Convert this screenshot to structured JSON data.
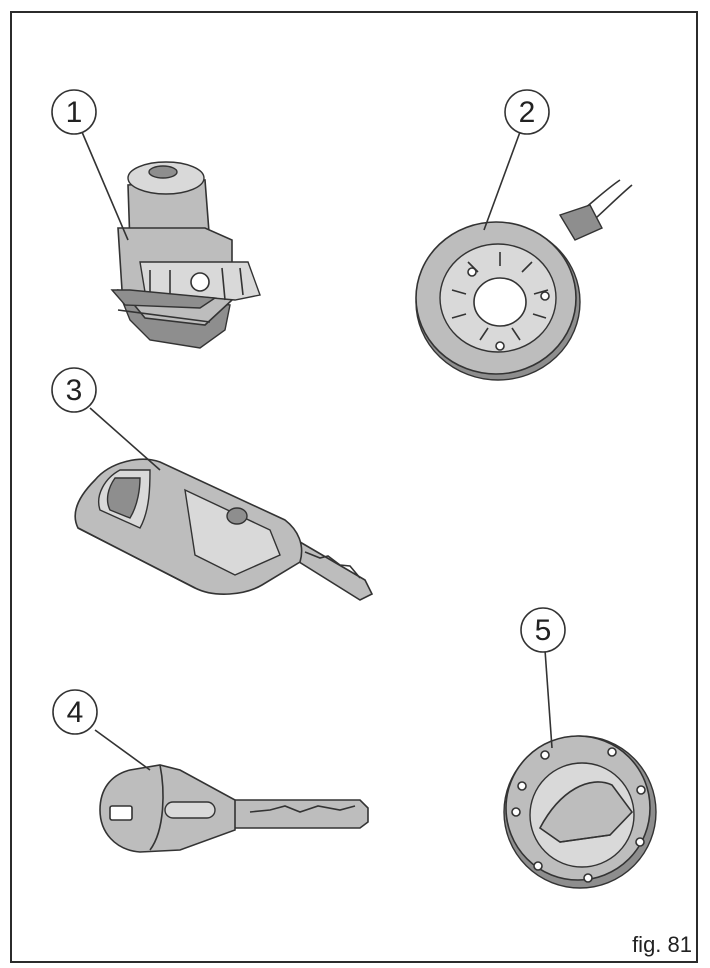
{
  "figure": {
    "label": "fig. 81",
    "callouts": [
      {
        "number": "1",
        "icon": "ignition-lock-icon"
      },
      {
        "number": "2",
        "icon": "immobilizer-antenna-ring-icon"
      },
      {
        "number": "3",
        "icon": "master-key-icon"
      },
      {
        "number": "4",
        "icon": "key-icon"
      },
      {
        "number": "5",
        "icon": "fuel-cap-lock-icon"
      }
    ]
  },
  "colors": {
    "part": "#bdbdbd",
    "outline": "#333333",
    "frame": "#2b2b2b"
  }
}
